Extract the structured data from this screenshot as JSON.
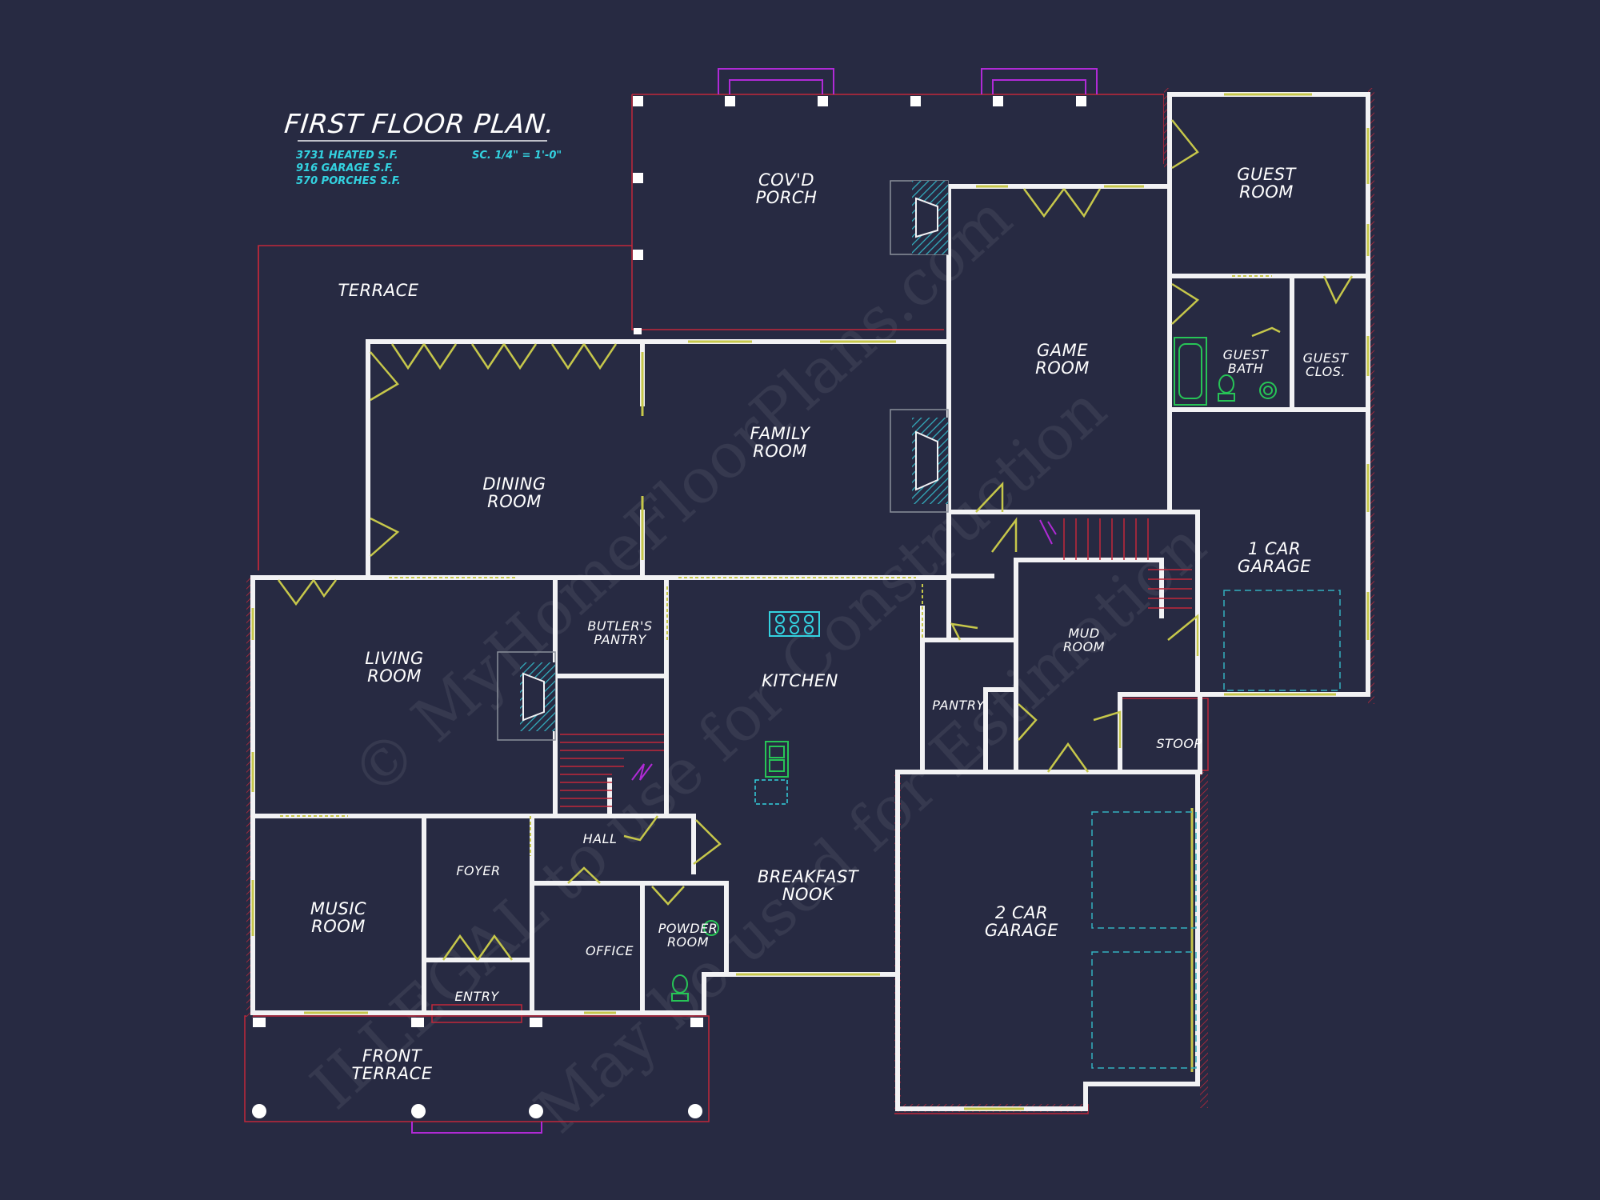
{
  "title": "FIRST FLOOR PLAN.",
  "stats": {
    "heated": "3731 HEATED S.F.",
    "garage": "916 GARAGE S.F.",
    "porches": "570 PORCHES S.F.",
    "scale": "SC. 1/4\" = 1'-0\""
  },
  "rooms": {
    "covd_porch": [
      "COV'D",
      "PORCH"
    ],
    "terrace": [
      "TERRACE"
    ],
    "guest_room": [
      "GUEST",
      "ROOM"
    ],
    "game_room": [
      "GAME",
      "ROOM"
    ],
    "guest_bath": [
      "GUEST",
      "BATH"
    ],
    "guest_clos": [
      "GUEST",
      "CLOS."
    ],
    "family_room": [
      "FAMILY",
      "ROOM"
    ],
    "dining_room": [
      "DINING",
      "ROOM"
    ],
    "one_car_garage": [
      "1 CAR",
      "GARAGE"
    ],
    "mud_room": [
      "MUD",
      "ROOM"
    ],
    "butlers_pantry": [
      "BUTLER'S",
      "PANTRY"
    ],
    "kitchen": [
      "KITCHEN"
    ],
    "living_room": [
      "LIVING",
      "ROOM"
    ],
    "pantry": [
      "PANTRY"
    ],
    "stoop": [
      "STOOP"
    ],
    "hall": [
      "HALL"
    ],
    "foyer": [
      "FOYER"
    ],
    "breakfast_nook": [
      "BREAKFAST",
      "NOOK"
    ],
    "music_room": [
      "MUSIC",
      "ROOM"
    ],
    "office": [
      "OFFICE"
    ],
    "powder_room": [
      "POWDER",
      "ROOM"
    ],
    "two_car_garage": [
      "2 CAR",
      "GARAGE"
    ],
    "entry": [
      "ENTRY"
    ],
    "front_terrace": [
      "FRONT",
      "TERRACE"
    ]
  },
  "watermark": {
    "line1": "© MyHomeFloorPlans.com",
    "line2": "ILLEGAL to use for Construction",
    "line3": "May be used for Estimation"
  },
  "colors": {
    "background": "#272a42",
    "wall": "#f2f2f4",
    "porch_outline": "#c0283a",
    "door": "#c6c74a",
    "fixture": "#33d2e0",
    "accent_magenta": "#b02ad6",
    "plumbing": "#27c456"
  },
  "icons": {
    "door": "door-swing-icon",
    "fireplace": "fireplace-icon",
    "cooktop": "cooktop-icon",
    "sink": "sink-icon",
    "toilet": "toilet-icon",
    "bathtub": "bathtub-icon",
    "stairs": "stairs-icon",
    "column": "column-icon"
  }
}
